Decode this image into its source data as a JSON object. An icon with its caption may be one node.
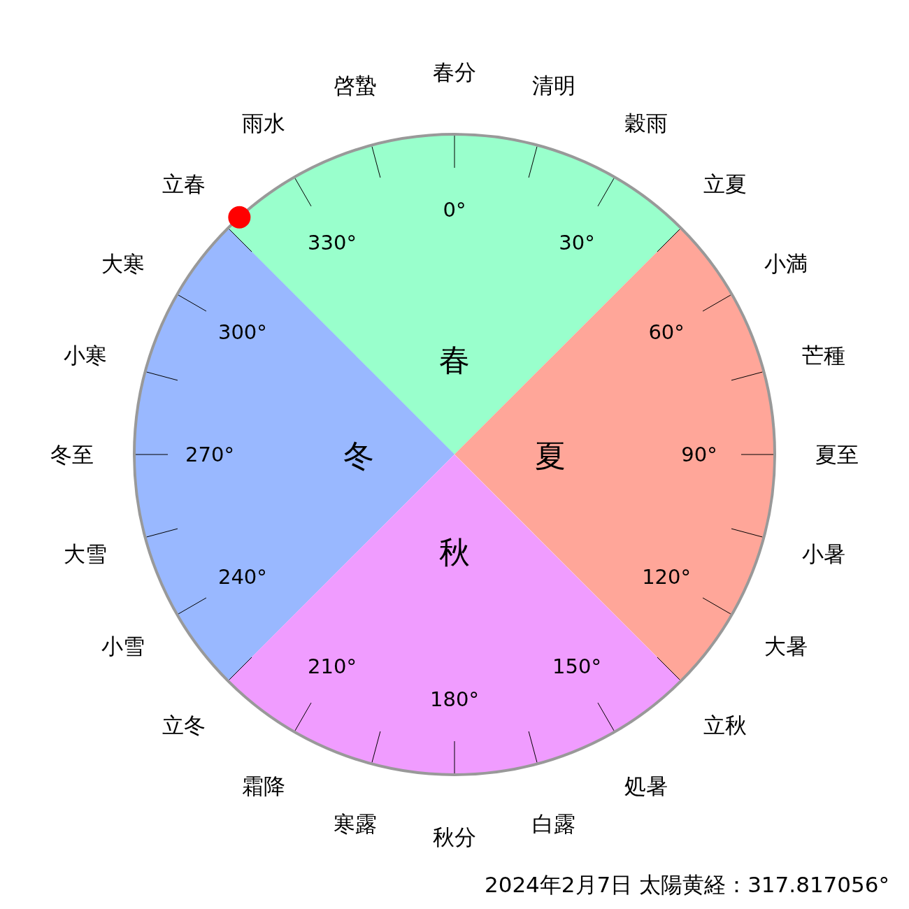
{
  "diagram": {
    "caption": "2024年2月7日 太陽黄経：317.817056°",
    "nodes": [
      {
        "text": [
          "春"
        ]
      },
      {
        "text": [
          "冬"
        ]
      },
      {
        "text": [
          "夏"
        ]
      },
      {
        "text": [
          "秋"
        ]
      }
    ],
    "labels": [
      "春分",
      "清明",
      "穀雨",
      "立夏",
      "小満",
      "芒種",
      "夏至",
      "小暑",
      "大暑",
      "立秋",
      "処暑",
      "白露",
      "秋分",
      "寒露",
      "霜降",
      "立冬",
      "小雪",
      "大雪",
      "冬至",
      "小寒",
      "大寒",
      "立春",
      "雨水",
      "啓蟄",
      "0°",
      "30°",
      "60°",
      "90°",
      "120°",
      "150°",
      "180°",
      "210°",
      "240°",
      "270°",
      "300°",
      "330°"
    ]
  }
}
